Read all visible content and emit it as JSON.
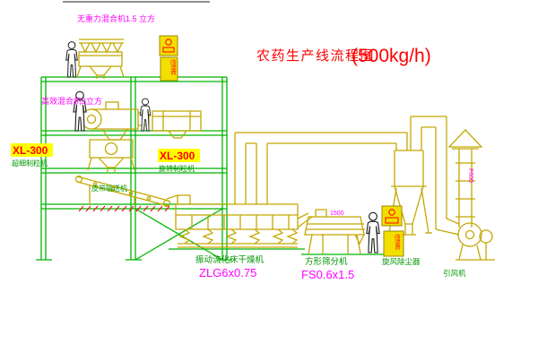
{
  "title": {
    "main": "农药生产线流程图",
    "capacity": "(500kg/h)"
  },
  "labels": {
    "zero_gravity_mixer": "无重力混合机1.5 立方",
    "high_efficiency_mixer": "高效混合机3立方",
    "fine_granulator_model": "XL-300",
    "fine_granulator_name": "超细制粒机",
    "rotary_granulator_model": "XL-300",
    "rotary_granulator_name": "旋转制粒机",
    "belt_conveyor": "皮带输送机",
    "dryer_name": "振动流化床干燥机",
    "dryer_model": "ZLG6x0.75",
    "sieve_name": "方形筛分机",
    "sieve_model": "FS0.6x1.5",
    "cyclone": "旋风除尘器",
    "fan": "引风机"
  },
  "annotations": {
    "sieve_dimension": "1500",
    "stack_size": "F600",
    "control_cabinet_top": "控制柜",
    "control_cabinet_right": "控制柜"
  },
  "colors": {
    "structure_green": "#00b400",
    "equipment_yellow": "#c2a800",
    "label_magenta": "#ff00ff",
    "label_green": "#009600",
    "title_red": "#ff0000",
    "highlight_yellow": "#ffff00"
  }
}
